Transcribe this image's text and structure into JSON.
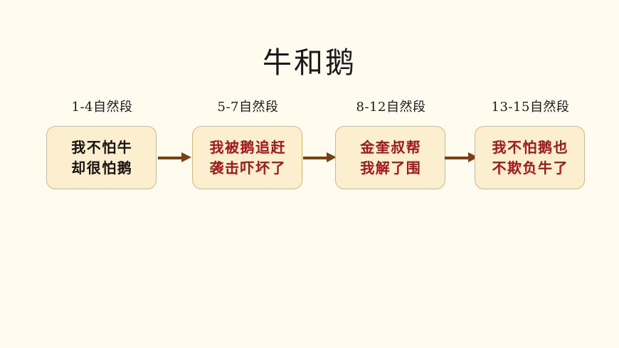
{
  "slide": {
    "background_color": "#fffbee",
    "title": "牛和鹅"
  },
  "theme": {
    "box_fill": "#fbefcf",
    "box_border": "#d6b77e",
    "arrow_color": "#7a3f12",
    "text_black": "#17120c",
    "text_red": "#a3171a",
    "title_color": "#1a1a1a"
  },
  "flow": {
    "nodes": [
      {
        "label": "1-4自然段",
        "lines": [
          "我不怕牛",
          "却很怕鹅"
        ],
        "ink": "black"
      },
      {
        "label": "5-7自然段",
        "lines": [
          "我被鹅追赶",
          "袭击吓坏了"
        ],
        "ink": "red"
      },
      {
        "label": "8-12自然段",
        "lines": [
          "金奎叔帮",
          "我解了围"
        ],
        "ink": "red"
      },
      {
        "label": "13-15自然段",
        "lines": [
          "我不怕鹅也",
          "不欺负牛了"
        ],
        "ink": "red"
      }
    ],
    "connectors": [
      {
        "name": "arrow-1-to-2"
      },
      {
        "name": "arrow-2-to-3"
      },
      {
        "name": "arrow-3-to-4"
      }
    ]
  }
}
